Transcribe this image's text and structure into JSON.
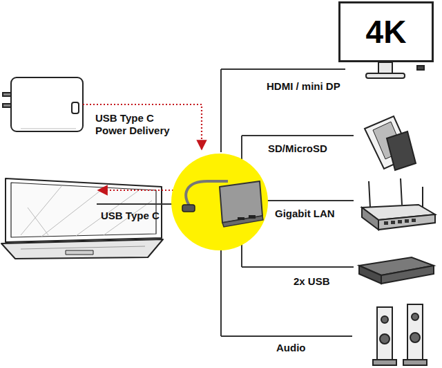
{
  "diagram": {
    "nodes": [
      {
        "text": [
          "4K"
        ]
      }
    ],
    "labels": [
      "USB Type C Power Delivery",
      "USB Type C",
      "HDMI / mini DP",
      "SD/MicroSD",
      "Gigabit LAN",
      "2x USB",
      "Audio"
    ]
  }
}
